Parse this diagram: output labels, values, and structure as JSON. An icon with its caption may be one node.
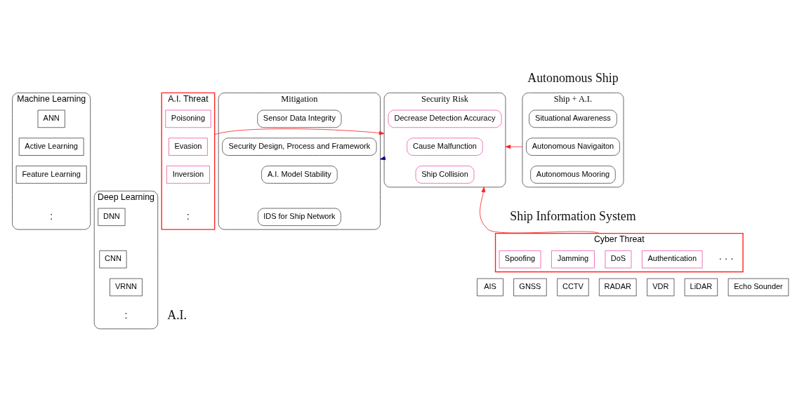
{
  "diagram": {
    "nodes": [
      {
        "text": [
          "Machine Learning"
        ]
      },
      {
        "text": [
          "ANN"
        ],
        "in": 0
      },
      {
        "text": [
          "Active Learning"
        ],
        "in": 0
      },
      {
        "text": [
          "Feature Learning"
        ],
        "in": 0
      },
      {
        "text": [
          "Deep Learning"
        ]
      },
      {
        "text": [
          "DNN"
        ],
        "in": 4
      },
      {
        "text": [
          "CNN"
        ],
        "in": 4
      },
      {
        "text": [
          "VRNN"
        ],
        "in": 4
      },
      {
        "text": [
          "A.I. Threat"
        ]
      },
      {
        "text": [
          "Poisoning"
        ],
        "in": 8
      },
      {
        "text": [
          "Evasion"
        ],
        "in": 8
      },
      {
        "text": [
          "Inversion"
        ],
        "in": 8
      },
      {
        "text": [
          "Ship + A.I."
        ]
      },
      {
        "text": [
          "Situational Awareness"
        ],
        "in": 12
      },
      {
        "text": [
          "Autonomous Navigaiton"
        ],
        "in": 12
      },
      {
        "text": [
          "Autonomous Mooring"
        ],
        "in": 12
      },
      {
        "text": [
          "Security Risk"
        ]
      },
      {
        "text": [
          "Decrease Detection Accuracy"
        ],
        "in": 16
      },
      {
        "text": [
          "Cause Malfunction"
        ],
        "in": 16
      },
      {
        "text": [
          "Ship Collision"
        ],
        "in": 16
      },
      {
        "text": [
          "Mitigation"
        ]
      },
      {
        "text": [
          "Sensor Data Integrity"
        ],
        "in": 20
      },
      {
        "text": [
          "Security Design, Process and Framework"
        ],
        "in": 20
      },
      {
        "text": [
          "A.I. Model Stability"
        ],
        "in": 20
      },
      {
        "text": [
          "IDS for Ship Network"
        ],
        "in": 20
      },
      {
        "text": [
          "Cyber Threat"
        ]
      },
      {
        "text": [
          "Spoofing"
        ],
        "in": 25
      },
      {
        "text": [
          "Jamming"
        ],
        "in": 25
      },
      {
        "text": [
          "DoS"
        ],
        "in": 25
      },
      {
        "text": [
          "Authentication"
        ],
        "in": 25
      },
      {
        "text": [
          "AIS"
        ]
      },
      {
        "text": [
          "GNSS"
        ]
      },
      {
        "text": [
          "CCTV"
        ]
      },
      {
        "text": [
          "RADAR"
        ]
      },
      {
        "text": [
          "VDR"
        ]
      },
      {
        "text": [
          "LiDAR"
        ]
      },
      {
        "text": [
          "Echo Sounder"
        ]
      }
    ],
    "edges": [
      {
        "from": 12,
        "to": 16,
        "arrow": "to"
      },
      {
        "from": 8,
        "to": 16,
        "arrow": "to"
      },
      {
        "from": 25,
        "to": 16,
        "arrow": "to"
      },
      {
        "from": 16,
        "to": 20,
        "arrow": "to",
        "color": "#000080"
      }
    ],
    "labels": [
      "Autonomous Ship",
      ":",
      ":",
      ":",
      "Ship Information System",
      "· · ·",
      "A.I."
    ]
  }
}
